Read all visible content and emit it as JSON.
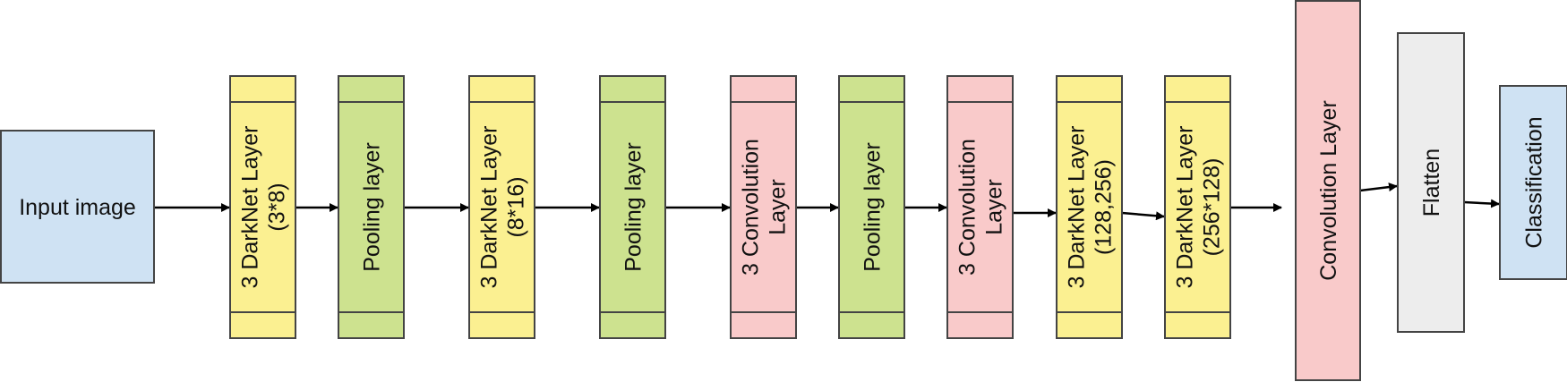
{
  "colors": {
    "input": "#cfe2f3",
    "darknet": "#fbf091",
    "pooling": "#cde28f",
    "convolution": "#f9caca",
    "flatten": "#ededed",
    "classification": "#cfe2f3",
    "stroke": "#444444",
    "arrow": "#000000"
  },
  "blocks": [
    {
      "id": "input",
      "kind": "input",
      "lines": [
        "Input image"
      ]
    },
    {
      "id": "darknet1",
      "kind": "darknet",
      "lines": [
        "3 DarkNet Layer",
        "(3*8)"
      ]
    },
    {
      "id": "pool1",
      "kind": "pooling",
      "lines": [
        "Pooling layer"
      ]
    },
    {
      "id": "darknet2",
      "kind": "darknet",
      "lines": [
        "3 DarkNet Layer",
        "(8*16)"
      ]
    },
    {
      "id": "pool2",
      "kind": "pooling",
      "lines": [
        "Pooling layer"
      ]
    },
    {
      "id": "conv1",
      "kind": "convolution",
      "lines": [
        "3 Convolution",
        "Layer"
      ]
    },
    {
      "id": "pool3",
      "kind": "pooling",
      "lines": [
        "Pooling layer"
      ]
    },
    {
      "id": "conv2",
      "kind": "convolution",
      "lines": [
        "3 Convolution",
        "Layer"
      ]
    },
    {
      "id": "darknet3",
      "kind": "darknet",
      "lines": [
        "3 DarkNet Layer",
        "(128,256)"
      ]
    },
    {
      "id": "darknet4",
      "kind": "darknet",
      "lines": [
        "3 DarkNet Layer",
        "(256*128)"
      ]
    },
    {
      "id": "conv-big",
      "kind": "convolution",
      "lines": [
        "Convolution Layer"
      ]
    },
    {
      "id": "flatten",
      "kind": "flatten",
      "lines": [
        "Flatten"
      ]
    },
    {
      "id": "classification",
      "kind": "classification",
      "lines": [
        "Classification"
      ]
    }
  ],
  "edges": [
    [
      "input",
      "darknet1"
    ],
    [
      "darknet1",
      "pool1"
    ],
    [
      "pool1",
      "darknet2"
    ],
    [
      "darknet2",
      "pool2"
    ],
    [
      "pool2",
      "conv1"
    ],
    [
      "conv1",
      "pool3"
    ],
    [
      "pool3",
      "conv2"
    ],
    [
      "conv2",
      "darknet3"
    ],
    [
      "darknet3",
      "darknet4"
    ],
    [
      "darknet4",
      "conv-big"
    ],
    [
      "conv-big",
      "flatten"
    ],
    [
      "flatten",
      "classification"
    ]
  ]
}
